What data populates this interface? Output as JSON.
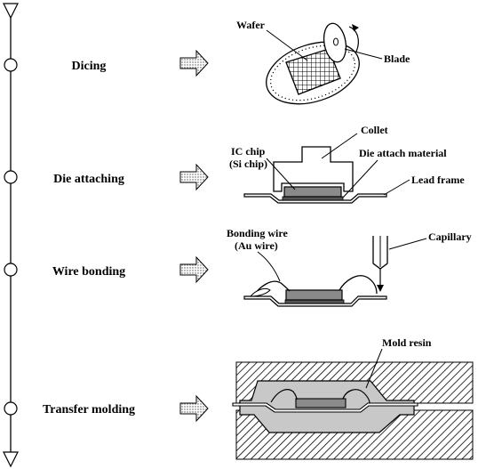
{
  "steps": [
    {
      "label": "Dicing"
    },
    {
      "label": "Die attaching"
    },
    {
      "label": "Wire bonding"
    },
    {
      "label": "Transfer molding"
    }
  ],
  "callouts": {
    "wafer": "Wafer",
    "blade": "Blade",
    "collet": "Collet",
    "ic_chip_line1": "IC chip",
    "ic_chip_line2": "(Si chip)",
    "die_attach_material": "Die attach material",
    "lead_frame": "Lead frame",
    "bonding_wire_line1": "Bonding wire",
    "bonding_wire_line2": "(Au wire)",
    "capillary": "Capillary",
    "mold_resin": "Mold resin"
  },
  "colors": {
    "line": "#000000",
    "chip_fill": "#8a8a8a",
    "resin_fill": "#c8c8c8",
    "arrow_fill": "#9a9a9a",
    "background": "#ffffff"
  }
}
